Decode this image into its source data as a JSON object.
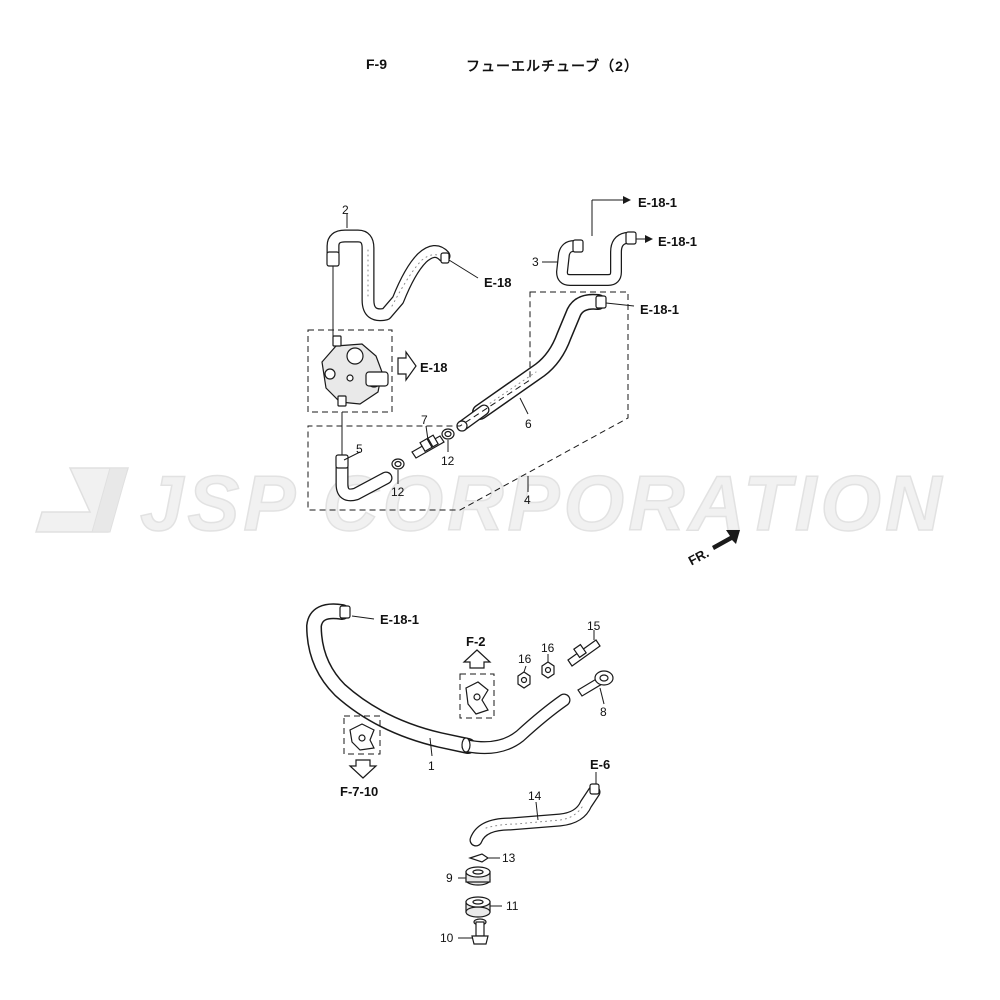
{
  "header": {
    "page_code": "F-9",
    "title": "フューエルチューブ（2）"
  },
  "watermark": {
    "text": "JSP CORPORATION"
  },
  "references": {
    "e18_1_a": "E-18-1",
    "e18_1_b": "E-18-1",
    "e18_1_c": "E-18-1",
    "e18_1_d": "E-18-1",
    "e18_a": "E-18",
    "e18_b": "E-18",
    "f2": "F-2",
    "f7_10": "F-7-10",
    "e6": "E-6",
    "fr": "FR."
  },
  "part_numbers": {
    "p1": "1",
    "p2": "2",
    "p3": "3",
    "p4": "4",
    "p5": "5",
    "p6": "6",
    "p7": "7",
    "p8": "8",
    "p9": "9",
    "p10": "10",
    "p11": "11",
    "p12a": "12",
    "p12b": "12",
    "p13": "13",
    "p14": "14",
    "p15": "15",
    "p16a": "16",
    "p16b": "16"
  }
}
